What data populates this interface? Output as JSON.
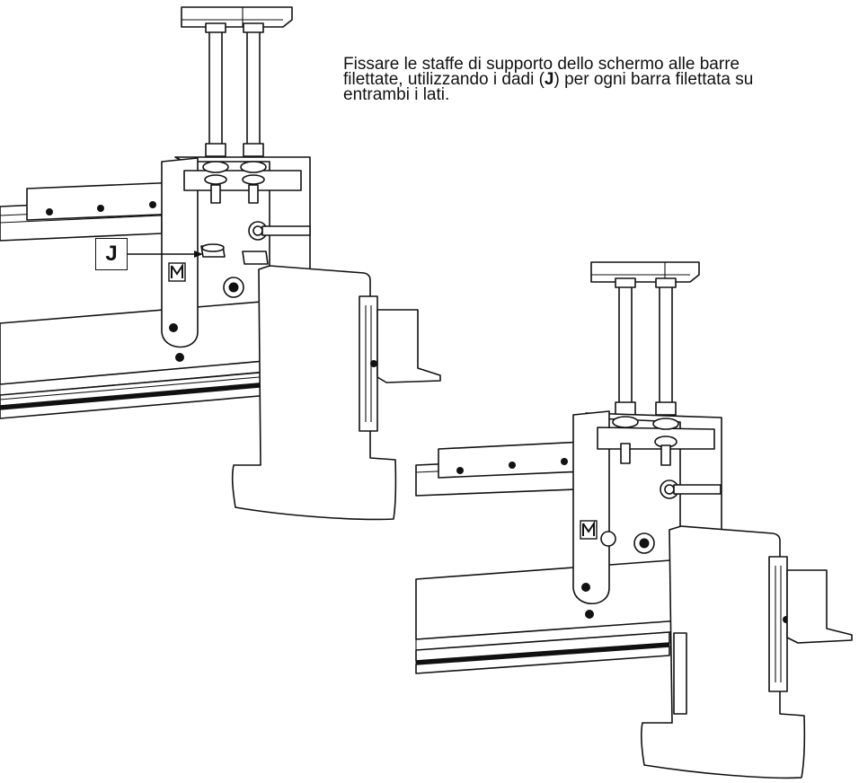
{
  "instruction": {
    "line1": "Fissare le staffe di supporto dello schermo alle barre",
    "line2_pre": "filettate, utilizzando i dadi (",
    "line2_bold": "J",
    "line2_post": ") per ogni barra filettata su",
    "line3": "entrambi i lati."
  },
  "callout": {
    "label": "J"
  },
  "logo_mark": "M"
}
